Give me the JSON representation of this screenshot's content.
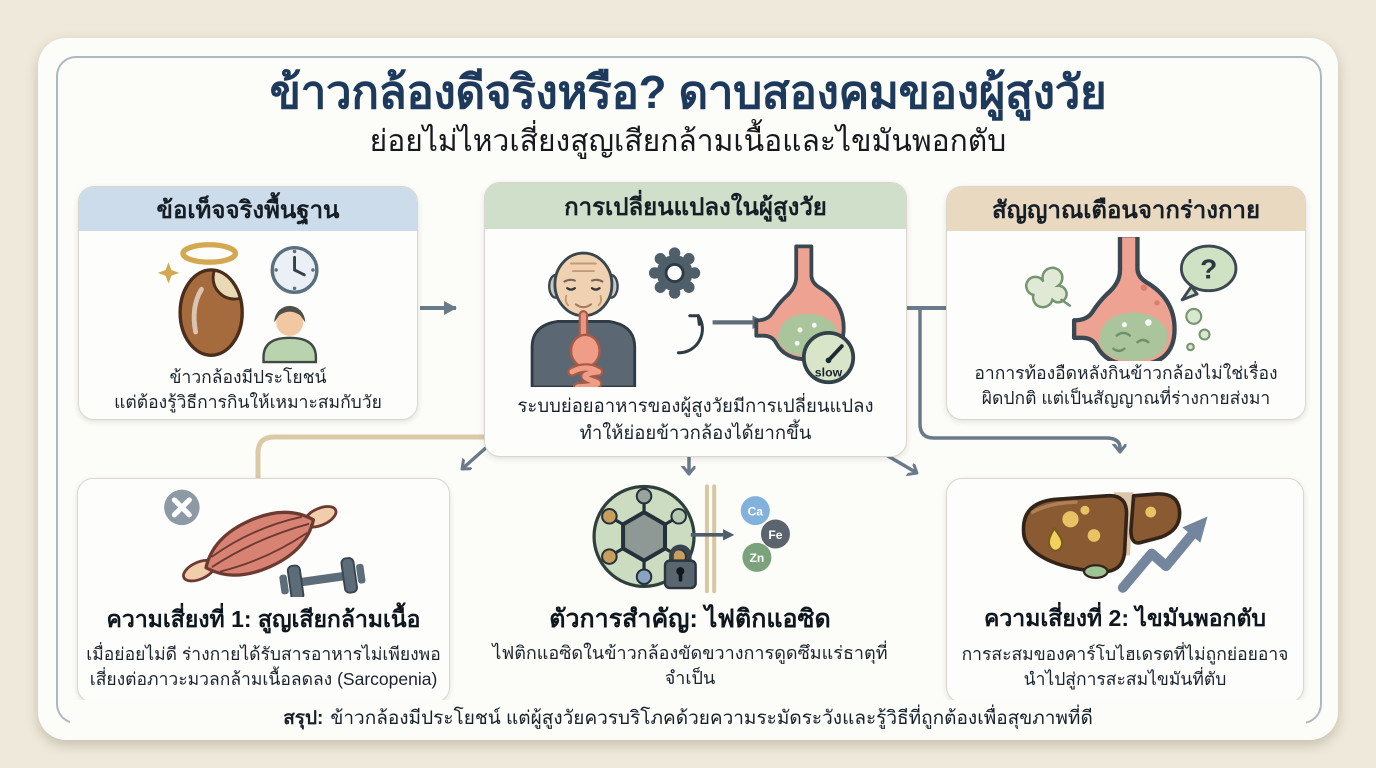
{
  "page": {
    "title": "ข้าวกล้องดีจริงหรือ? ดาบสองคมของผู้สูงวัย",
    "subtitle": "ย่อยไม่ไหวเสี่ยงสูญเสียกล้ามเนื้อและไขมันพอกตับ"
  },
  "top_cards": {
    "facts": {
      "header": "ข้อเท็จจริงพื้นฐาน",
      "header_color": "#cddcea",
      "body_line1": "ข้าวกล้องมีประโยชน์",
      "body_line2": "แต่ต้องรู้วิธีการกินให้เหมาะสมกับวัย",
      "icons": [
        "rice-grain-with-halo-icon",
        "sparkle-icon",
        "clock-icon",
        "person-icon"
      ]
    },
    "changes": {
      "header": "การเปลี่ยนแปลงในผู้สูงวัย",
      "header_color": "#cfdfca",
      "body_line1": "ระบบย่อยอาหารของผู้สูงวัยมีการเปลี่ยนแปลง",
      "body_line2": "ทำให้ย่อยข้าวกล้องได้ยากขึ้น",
      "gauge_label": "slow",
      "icons": [
        "elderly-man-digestive-icon",
        "gear-icon",
        "cycle-arrow-icon",
        "arrow-right-icon",
        "stomach-slow-gauge-icon"
      ]
    },
    "signals": {
      "header": "สัญญาณเตือนจากร่างกาย",
      "header_color": "#e8d9c0",
      "body_line1": "อาการท้องอืดหลังกินข้าวกล้องไม่ใช่เรื่อง",
      "body_line2": "ผิดปกติ แต่เป็นสัญญาณที่ร่างกายส่งมา",
      "bubble_symbol": "?",
      "icons": [
        "bloated-stomach-icon",
        "gas-cloud-icon",
        "question-bubble-icon",
        "bubbles-icon"
      ]
    }
  },
  "bottom_sections": {
    "risk1": {
      "title": "ความเสี่ยงที่ 1: สูญเสียกล้ามเนื้อ",
      "body_line1": "เมื่อย่อยไม่ดี ร่างกายได้รับสารอาหารไม่เพียงพอ",
      "body_line2": "เสี่ยงต่อภาวะมวลกล้ามเนื้อลดลง (Sarcopenia)",
      "icons": [
        "x-mark-icon",
        "muscle-icon",
        "dumbbell-icon"
      ]
    },
    "phytic": {
      "title": "ตัวการสำคัญ: ไฟติกแอซิด",
      "body_line1": "ไฟติกแอซิดในข้าวกล้องขัดขวางการดูดซึมแร่ธาตุที่จำเป็น",
      "minerals": [
        {
          "label": "Ca",
          "color": "#82b2dc"
        },
        {
          "label": "Fe",
          "color": "#5b646c"
        },
        {
          "label": "Zn",
          "color": "#7aa37c"
        }
      ],
      "icons": [
        "phytic-molecule-icon",
        "lock-icon",
        "barrier-icon",
        "arrow-right-icon",
        "mineral-ca-icon",
        "mineral-fe-icon",
        "mineral-zn-icon"
      ]
    },
    "risk2": {
      "title": "ความเสี่ยงที่ 2: ไขมันพอกตับ",
      "body_line1": "การสะสมของคาร์โบไฮเดรตที่ไม่ถูกย่อยอาจ",
      "body_line2": "นำไปสู่การสะสมไขมันที่ตับ",
      "icons": [
        "fatty-liver-icon",
        "trend-up-arrow-icon"
      ]
    }
  },
  "summary": {
    "label": "สรุป:",
    "text": "ข้าวกล้องมีประโยชน์ แต่ผู้สูงวัยควรบริโภคด้วยความระมัดระวังและรู้วิธีที่ถูกต้องเพื่อสุขภาพที่ดี"
  },
  "colors": {
    "page_bg": "#efe9db",
    "panel_bg": "#fcfcf9",
    "frame_border": "#aeb8c3",
    "title": "#1d3a5c",
    "body_text": "#1a232b",
    "connector_gray": "#6a7a89",
    "connector_beige": "#dccaa6",
    "header_facts": "#cddcea",
    "header_changes": "#cfdfca",
    "header_signals": "#e8d9c0"
  }
}
